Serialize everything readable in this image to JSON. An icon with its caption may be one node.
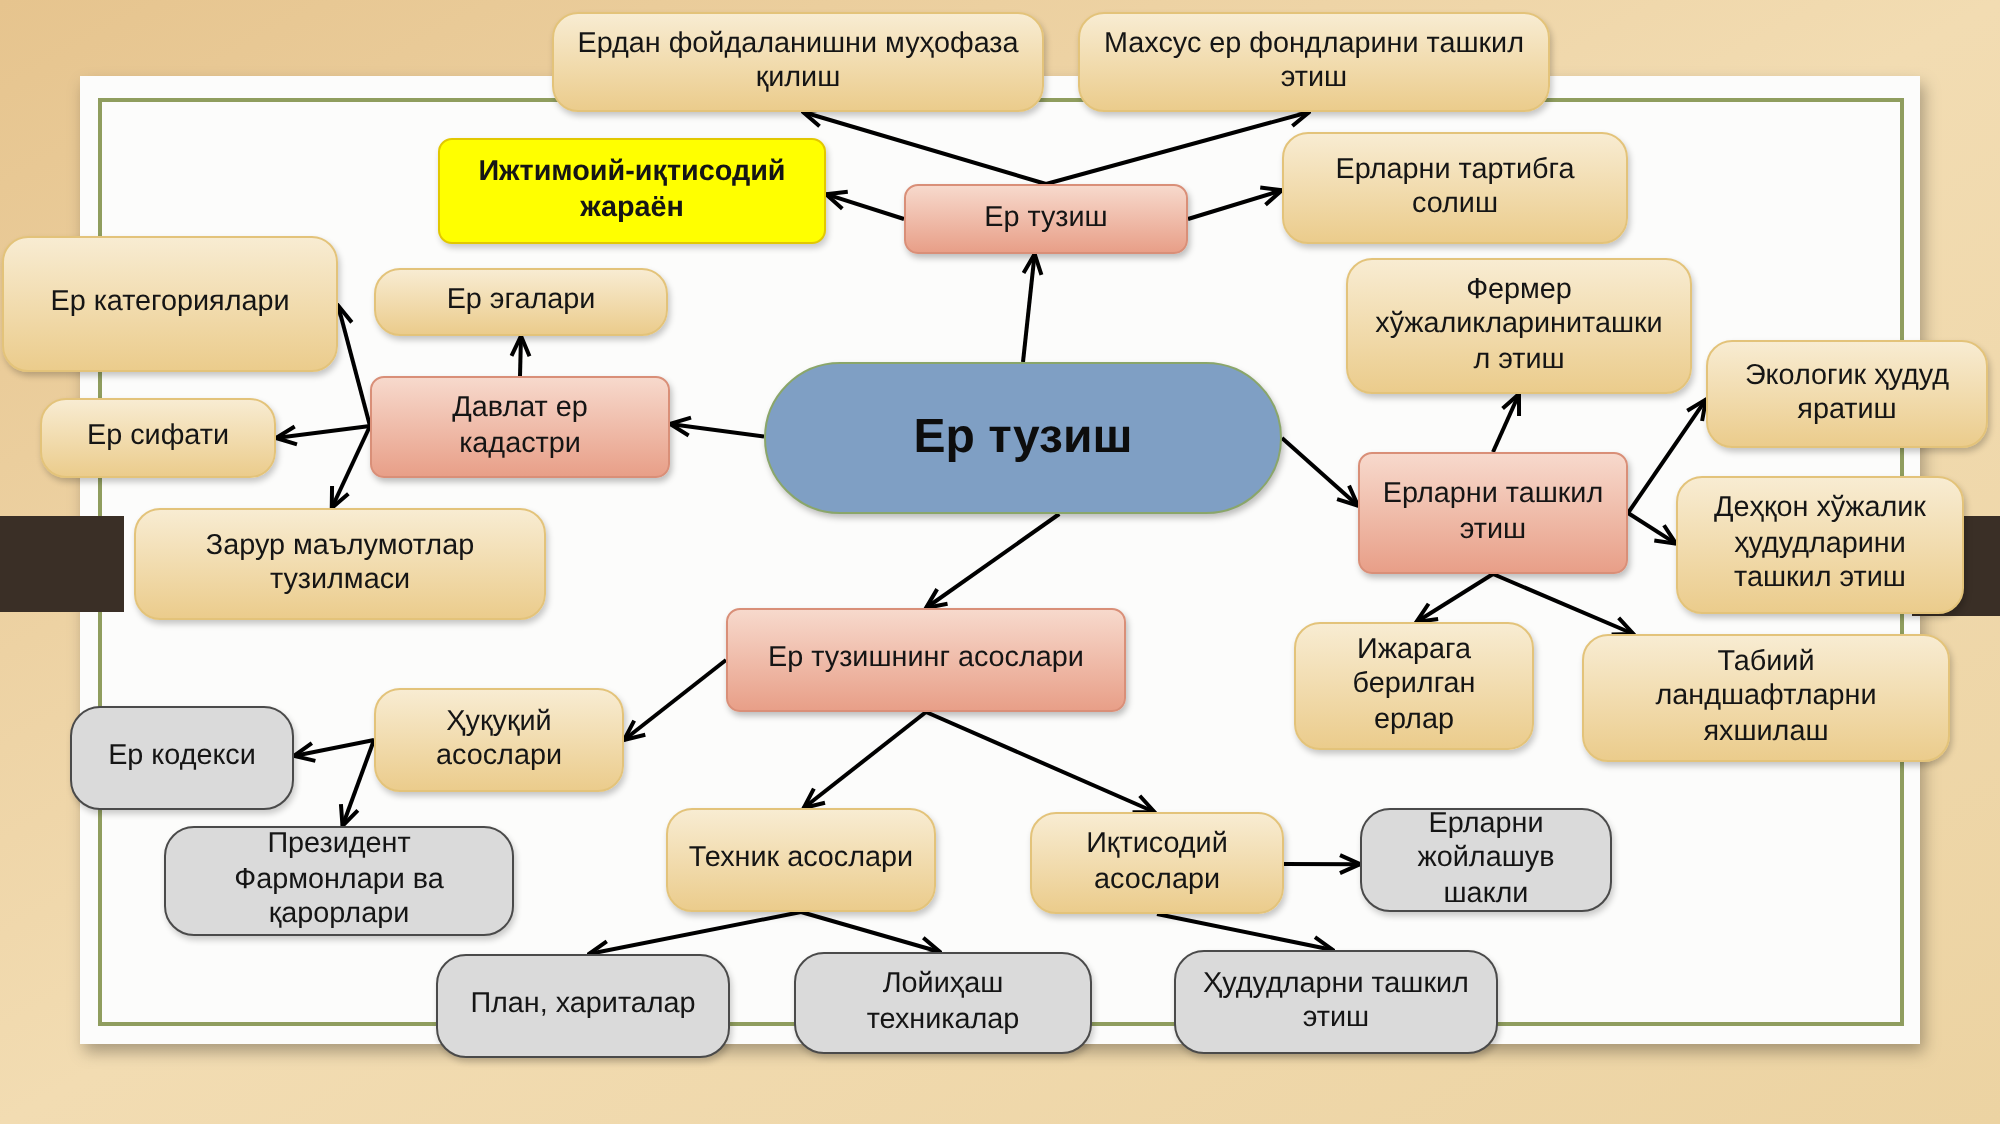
{
  "diagram": {
    "nodes": [
      {
        "text": [
          "Ер тузиш"
        ]
      },
      {
        "text": [
          "Ер тузиш"
        ]
      },
      {
        "text": [
          "Ердан фойдаланишни муҳофаза қилиш"
        ]
      },
      {
        "text": [
          "Махсус ер фондларини ташкил этиш"
        ]
      },
      {
        "text": [
          "Ижтимоий-иқтисодий жараён"
        ]
      },
      {
        "text": [
          "Ерларни тартибга солиш"
        ]
      },
      {
        "text": [
          "Давлат ер кадастри"
        ]
      },
      {
        "text": [
          "Ер эгалари"
        ]
      },
      {
        "text": [
          "Ер категориялари"
        ]
      },
      {
        "text": [
          "Ер сифати"
        ]
      },
      {
        "text": [
          "Зарур маълумотлар тузилмаси"
        ]
      },
      {
        "text": [
          "Ерларни ташкил этиш"
        ]
      },
      {
        "text": [
          "Фермер хўжаликлариниташкил этиш"
        ]
      },
      {
        "text": [
          "Экологик ҳудуд яратиш"
        ]
      },
      {
        "text": [
          "Деҳқон хўжалик ҳудудларини ташкил этиш"
        ]
      },
      {
        "text": [
          "Ижарага берилган ерлар"
        ]
      },
      {
        "text": [
          "Табиий ландшафтларни яхшилаш"
        ]
      },
      {
        "text": [
          "Ер тузишнинг асослари"
        ]
      },
      {
        "text": [
          "Ҳуқуқий асослари"
        ]
      },
      {
        "text": [
          "Ер кодекси"
        ]
      },
      {
        "text": [
          "Президент Фармонлари ва қарорлари"
        ]
      },
      {
        "text": [
          "Техник асослари"
        ]
      },
      {
        "text": [
          "Иқтисодий асослари"
        ]
      },
      {
        "text": [
          "Ерларни жойлашув шакли"
        ]
      },
      {
        "text": [
          "План, хариталар"
        ]
      },
      {
        "text": [
          "Лойиҳаш техникалар"
        ]
      },
      {
        "text": [
          "Ҳудудларни ташкил этиш"
        ]
      }
    ],
    "edges": [
      {
        "from": 0,
        "to": 1,
        "arrow": "to"
      },
      {
        "from": 1,
        "to": 2,
        "arrow": "to"
      },
      {
        "from": 1,
        "to": 3,
        "arrow": "to"
      },
      {
        "from": 1,
        "to": 4,
        "arrow": "to"
      },
      {
        "from": 1,
        "to": 5,
        "arrow": "to"
      },
      {
        "from": 0,
        "to": 6,
        "arrow": "to"
      },
      {
        "from": 6,
        "to": 7,
        "arrow": "to"
      },
      {
        "from": 6,
        "to": 8,
        "arrow": "to"
      },
      {
        "from": 6,
        "to": 9,
        "arrow": "to"
      },
      {
        "from": 6,
        "to": 10,
        "arrow": "to"
      },
      {
        "from": 0,
        "to": 11,
        "arrow": "to"
      },
      {
        "from": 11,
        "to": 12,
        "arrow": "to"
      },
      {
        "from": 11,
        "to": 13,
        "arrow": "to"
      },
      {
        "from": 11,
        "to": 14,
        "arrow": "to"
      },
      {
        "from": 11,
        "to": 15,
        "arrow": "to"
      },
      {
        "from": 11,
        "to": 16,
        "arrow": "to"
      },
      {
        "from": 0,
        "to": 17,
        "arrow": "to"
      },
      {
        "from": 17,
        "to": 18,
        "arrow": "to"
      },
      {
        "from": 18,
        "to": 19,
        "arrow": "to"
      },
      {
        "from": 18,
        "to": 20,
        "arrow": "to"
      },
      {
        "from": 17,
        "to": 21,
        "arrow": "to"
      },
      {
        "from": 17,
        "to": 22,
        "arrow": "to"
      },
      {
        "from": 22,
        "to": 23,
        "arrow": "to"
      },
      {
        "from": 21,
        "to": 24,
        "arrow": "to"
      },
      {
        "from": 21,
        "to": 25,
        "arrow": "to"
      },
      {
        "from": 22,
        "to": 26,
        "arrow": "to"
      }
    ]
  }
}
